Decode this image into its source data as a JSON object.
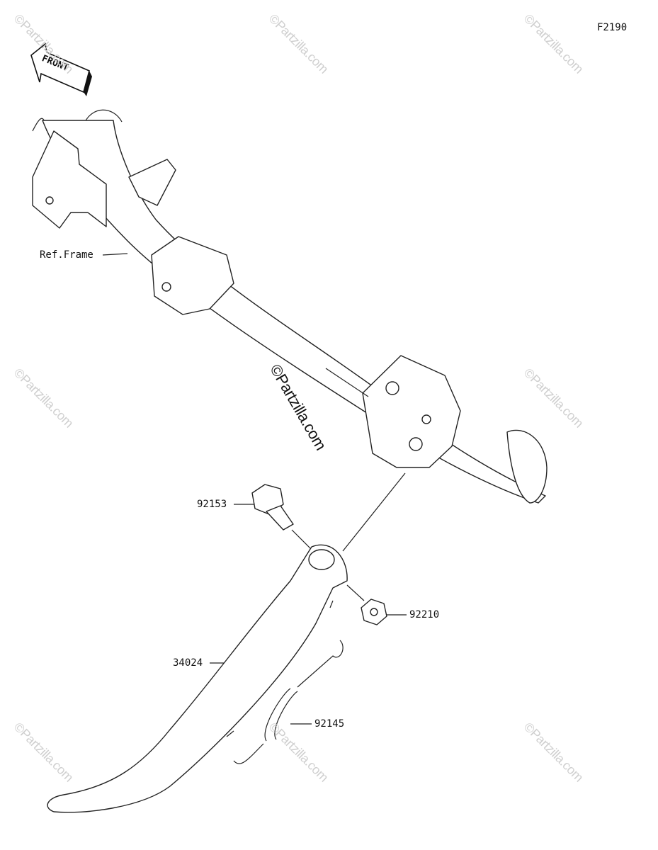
{
  "diagram": {
    "code": "F2190",
    "front_label": "FRONT",
    "center_watermark": "©Partzilla.com",
    "watermark_text": "©Partzilla.com",
    "callouts": [
      {
        "id": "ref-frame",
        "text": "Ref.Frame"
      },
      {
        "id": "92153",
        "text": "92153"
      },
      {
        "id": "92210",
        "text": "92210"
      },
      {
        "id": "34024",
        "text": "34024"
      },
      {
        "id": "92145",
        "text": "92145"
      }
    ]
  }
}
